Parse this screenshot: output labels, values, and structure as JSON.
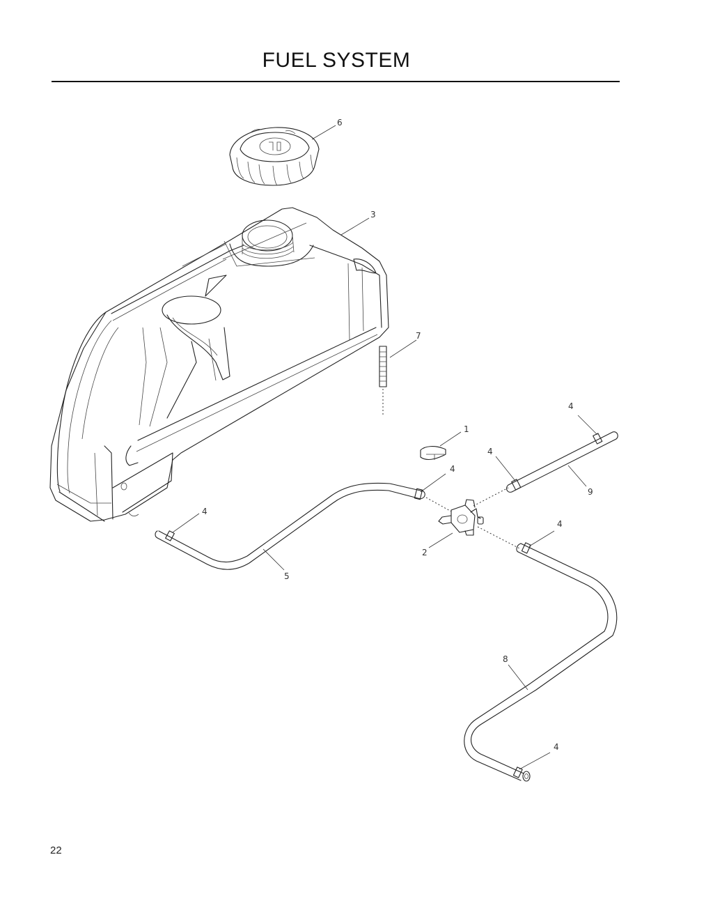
{
  "page": {
    "title": "FUEL SYSTEM",
    "page_number": "22"
  },
  "callouts": {
    "fuel_cap": "6",
    "fuel_tank": "3",
    "stud": "7",
    "clip_bracket": "1",
    "fuel_valve": "2",
    "clamp": "4",
    "hose_left": "5",
    "hose_long": "8",
    "hose_short": "9"
  }
}
